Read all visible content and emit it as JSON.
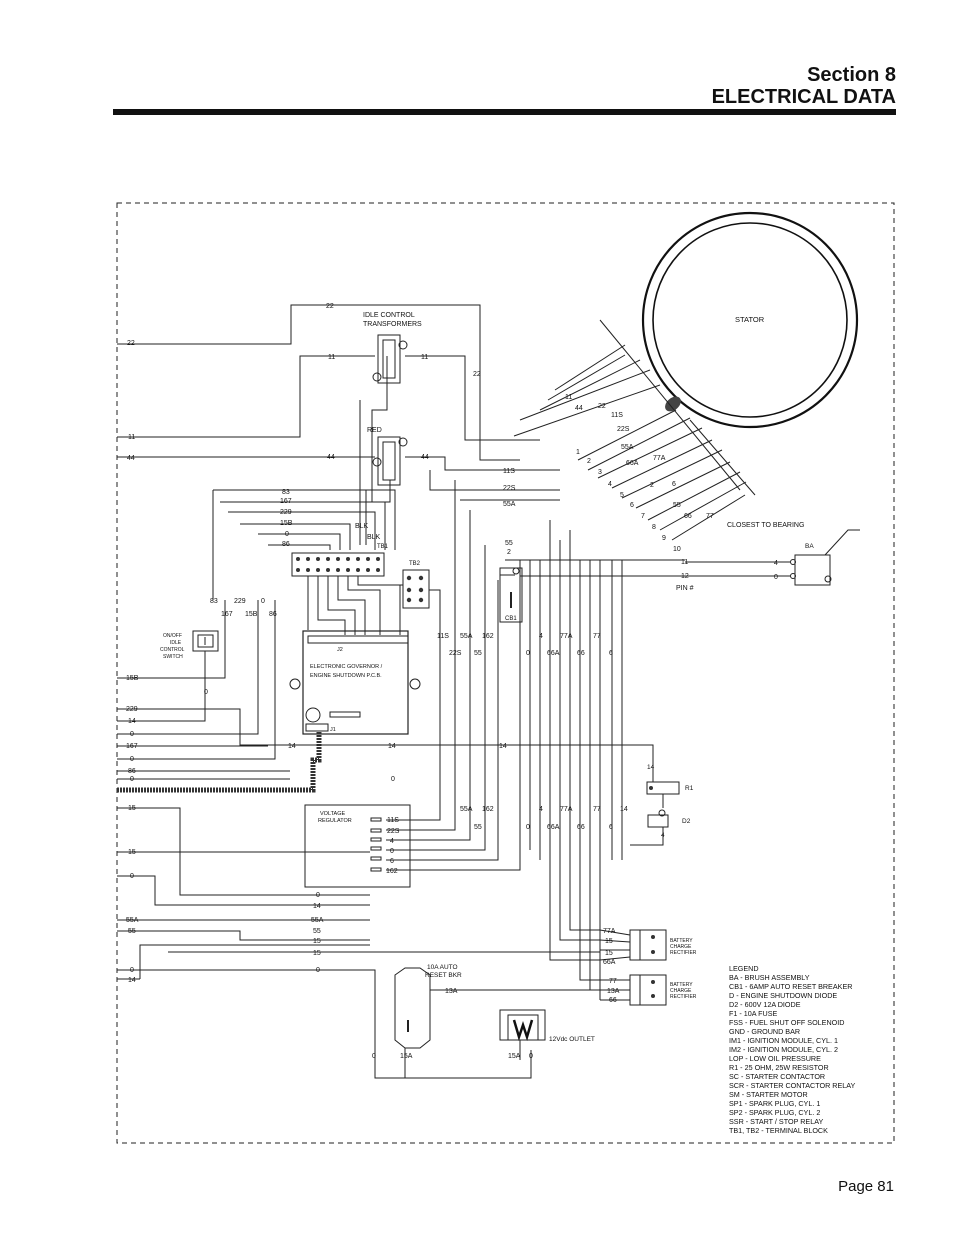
{
  "header": {
    "section": "Section 8",
    "title": "ELECTRICAL DATA"
  },
  "page": {
    "number": "Page 81"
  },
  "diagram": {
    "stator_label": "STATOR",
    "idle_transformers_label_1": "IDLE CONTROL",
    "idle_transformers_label_2": "TRANSFORMERS",
    "red": "RED",
    "blk1": "BLK",
    "blk2": "BLK",
    "tb1": "TB1",
    "tb2": "TB2",
    "j2": "J2",
    "j1": "J1",
    "gov_label_1": "ELECTRONIC GOVERNOR /",
    "gov_label_2": "ENGINE SHUTDOWN P.C.B.",
    "switch_lines": [
      "ON/OFF",
      "IDLE",
      "CONTROL",
      "SWITCH"
    ],
    "vr_label_1": "VOLTAGE",
    "vr_label_2": "REGULATOR",
    "cb1": "CB1",
    "closest_to_bearing": "CLOSEST TO BEARING",
    "ba": "BA",
    "pin": "PIN #",
    "r1": "R1",
    "d2": "D2",
    "bcr_1": "BATTERY",
    "bcr_2": "CHARGE",
    "bcr_3": "RECTIFIER",
    "breaker_1": "10A AUTO",
    "breaker_2": "RESET BKR",
    "outlet": "12Vdc OUTLET"
  },
  "left_wires": [
    "22",
    "11",
    "44",
    "15B",
    "229",
    "14",
    "0",
    "167",
    "0",
    "86",
    "0",
    "15",
    "15",
    "0",
    "55A",
    "55",
    "0",
    "14"
  ],
  "stator_leads": [
    "11",
    "44",
    "22",
    "11S",
    "22S",
    "55A",
    "66A",
    "77A",
    "2",
    "6",
    "55",
    "66",
    "77"
  ],
  "stator_pins": [
    "1",
    "2",
    "3",
    "4",
    "5",
    "6",
    "7",
    "8",
    "9",
    "10",
    "11",
    "12"
  ],
  "legend": {
    "title": "LEGEND",
    "items": [
      "BA - BRUSH ASSEMBLY",
      "CB1 - 6AMP AUTO RESET BREAKER",
      "D - ENGINE SHUTDOWN DIODE",
      "D2 - 600V 12A DIODE",
      "F1 - 10A FUSE",
      "FSS - FUEL SHUT OFF SOLENOID",
      "GND - GROUND BAR",
      "IM1 - IGNITION MODULE, CYL. 1",
      "IM2 - IGNITION MODULE, CYL. 2",
      "LOP - LOW OIL PRESSURE",
      "R1 - 25 OHM, 25W RESISTOR",
      "SC - STARTER CONTACTOR",
      "SCR - STARTER CONTACTOR RELAY",
      "SM - STARTER MOTOR",
      "SP1 - SPARK PLUG, CYL. 1",
      "SP2 - SPARK PLUG, CYL. 2",
      "SSR - START / STOP RELAY",
      "TB1, TB2 - TERMINAL BLOCK"
    ]
  },
  "wire_labels": {
    "w22": "22",
    "w11": "11",
    "w44": "44",
    "w83": "83",
    "w167": "167",
    "w229": "229",
    "w15B": "15B",
    "w0": "0",
    "w86": "86",
    "w11S": "11S",
    "w22S": "22S",
    "w55A": "55A",
    "w55": "55",
    "w2": "2",
    "w162": "162",
    "w4": "4",
    "w66A": "66A",
    "w77A": "77A",
    "w66": "66",
    "w77": "77",
    "w6": "6",
    "w14": "14",
    "w15": "15",
    "w13A": "13A",
    "w15A": "15A",
    "w12": "12",
    "w3": "3",
    "w5": "5",
    "w7": "7",
    "w8": "8",
    "w9": "9",
    "w10": "10",
    "w1": "1"
  }
}
